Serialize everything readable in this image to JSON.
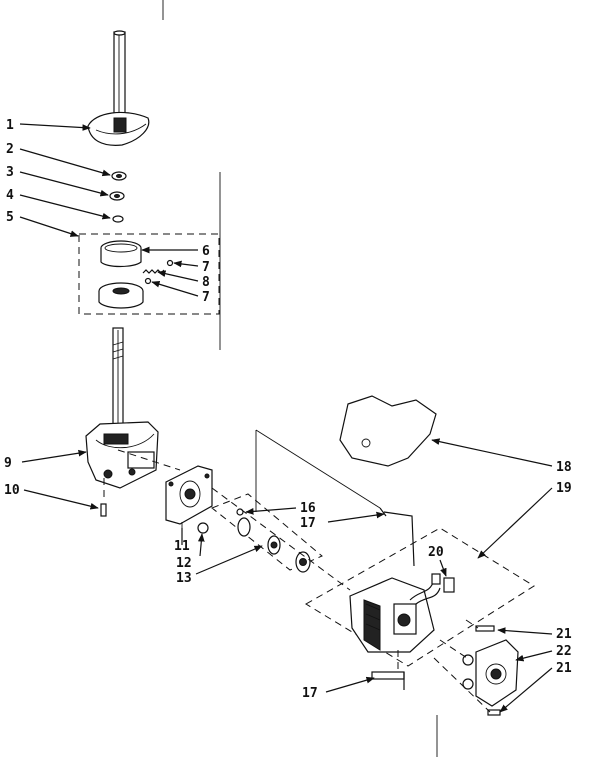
{
  "labels": {
    "l1": "1",
    "l2": "2",
    "l3": "3",
    "l4": "4",
    "l5": "5",
    "l6": "6",
    "l7a": "7",
    "l8": "8",
    "l7b": "7",
    "l9": "9",
    "l10": "10",
    "l11": "11",
    "l12": "12",
    "l13": "13",
    "l16": "16",
    "l17a": "17",
    "l17b": "17",
    "l18": "18",
    "l19": "19",
    "l20": "20",
    "l21a": "21",
    "l22": "22",
    "l21b": "21"
  }
}
